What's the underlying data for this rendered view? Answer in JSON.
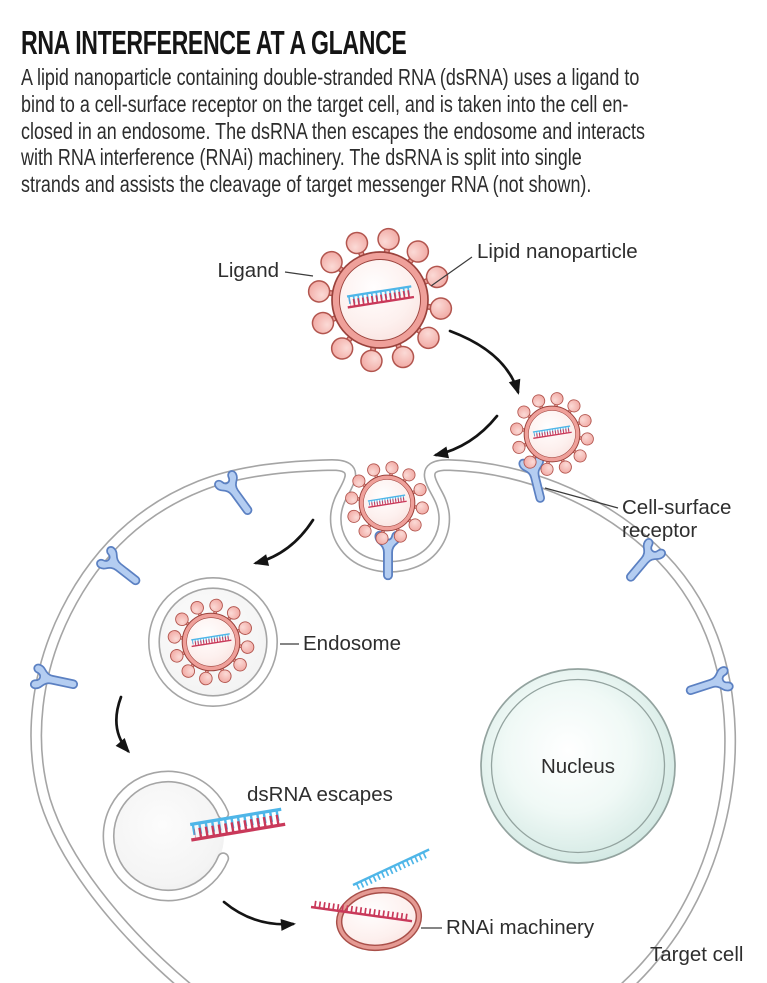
{
  "title": "RNA INTERFERENCE AT A GLANCE",
  "intro": {
    "lines": [
      "A lipid nanoparticle containing double-stranded RNA (dsRNA) uses a ligand to",
      "bind to a cell-surface receptor on the target cell, and is taken into the cell en-",
      "closed in an endosome. The dsRNA then escapes the endosome and interacts",
      "with RNA interference (RNAi) machinery. The dsRNA is split into single",
      "strands and assists the cleavage of target messenger RNA (not shown)."
    ]
  },
  "diagram": {
    "labels": {
      "ligand": "Ligand",
      "lipid_nanoparticle": "Lipid nanoparticle",
      "cell_surface_receptor_line1": "Cell-surface",
      "cell_surface_receptor_line2": "receptor",
      "endosome": "Endosome",
      "dsrna_escapes": "dsRNA escapes",
      "nucleus": "Nucleus",
      "rnai_machinery": "RNAi machinery",
      "target_cell": "Target cell"
    },
    "colors": {
      "nanoparticle_band": "#efa09a",
      "nanoparticle_outline": "#9a423c",
      "nanoparticle_core": "#fdf0ee",
      "ligand_bulb": "#f3b1ab",
      "dsrna_blue": "#4fb6e8",
      "dsrna_red": "#c9395a",
      "receptor_fill": "#b4cdf1",
      "receptor_outline": "#5b80c2",
      "membrane_gray": "#a5a5a5",
      "cell_fill_edge": "#dedede",
      "nucleus_teal": "#bfe0da",
      "nucleus_outline": "#93a39f",
      "arrow_black": "#141414",
      "text_dark": "#2e2e2e"
    }
  }
}
